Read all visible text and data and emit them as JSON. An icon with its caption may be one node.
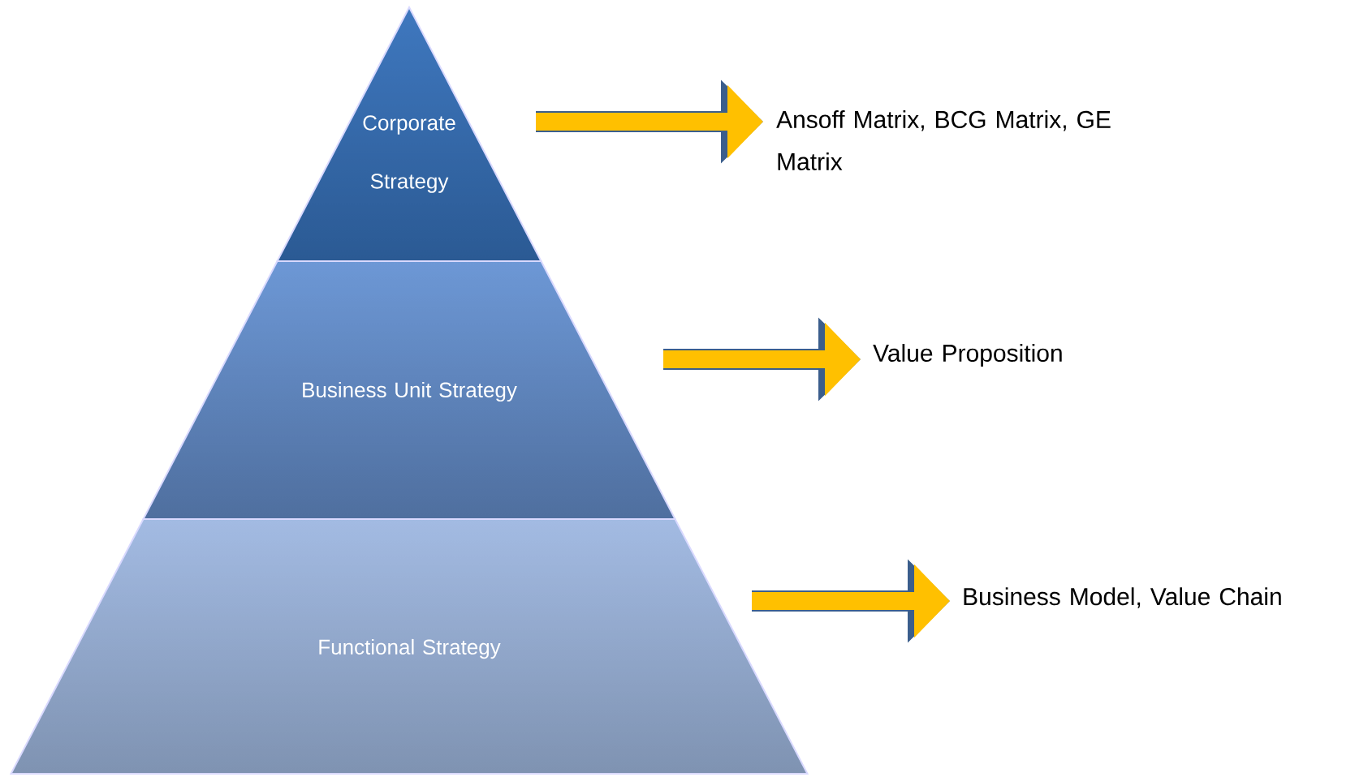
{
  "diagram": {
    "nodes": [
      {
        "text": [
          "Corporate Strategy"
        ]
      },
      {
        "text": [
          "Business Unit Strategy"
        ]
      },
      {
        "text": [
          "Functional Strategy"
        ]
      },
      {
        "text": [
          "Ansoff Matrix, BCG Matrix, GE Matrix"
        ]
      },
      {
        "text": [
          "Value Proposition"
        ]
      },
      {
        "text": [
          "Business Model, Value Chain"
        ]
      }
    ],
    "edges": [
      {
        "from": 0,
        "to": 3,
        "arrow": "to"
      },
      {
        "from": 1,
        "to": 4,
        "arrow": "to"
      },
      {
        "from": 2,
        "to": 5,
        "arrow": "to"
      }
    ]
  }
}
